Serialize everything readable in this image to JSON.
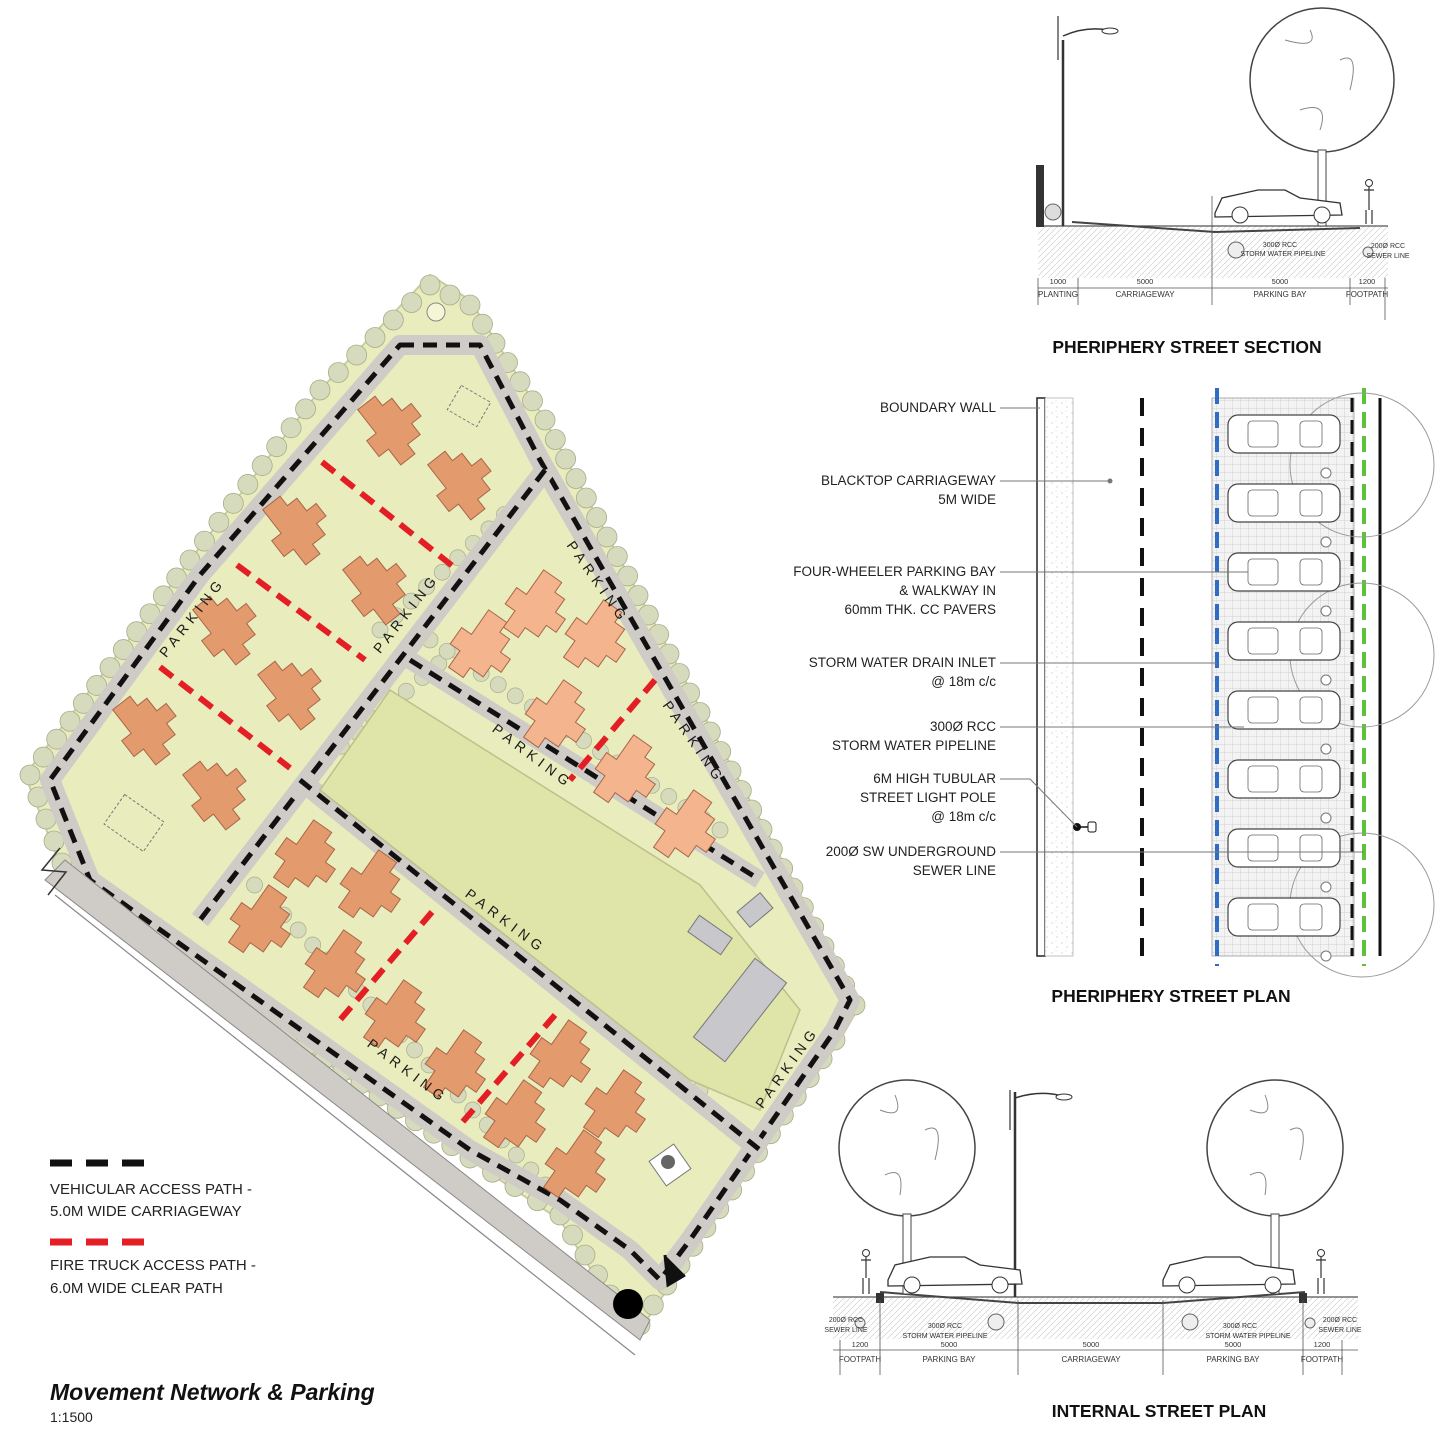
{
  "site_plan": {
    "title": "Movement Network & Parking",
    "scale": "1:1500",
    "parking_label": "PARKING",
    "colors": {
      "vehicular_path": "#111111",
      "fire_path": "#e31e24",
      "block_dark": "#e39a6c",
      "block_light": "#f4b48d",
      "landscape": "#e6e9b4",
      "road": "#c9c5c0",
      "tree": "#d5dbbc"
    }
  },
  "legend": {
    "vehicular_line1": "VEHICULAR ACCESS PATH -",
    "vehicular_line2": "5.0M WIDE CARRIAGEWAY",
    "fire_line1": "FIRE TRUCK ACCESS PATH -",
    "fire_line2": "6.0M WIDE CLEAR PATH"
  },
  "periphery_section": {
    "title": "PHERIPHERY STREET SECTION",
    "dims": [
      "1000",
      "5000",
      "5000",
      "1200"
    ],
    "zones": [
      "PLANTING",
      "CARRIAGEWAY",
      "PARKING BAY",
      "FOOTPATH"
    ],
    "storm_pipe_1": "300Ø RCC",
    "storm_pipe_2": "STORM WATER PIPELINE",
    "sewer_1": "200Ø RCC",
    "sewer_2": "SEWER LINE"
  },
  "periphery_plan": {
    "title": "PHERIPHERY STREET PLAN",
    "labels": [
      {
        "lines": [
          "BOUNDARY WALL"
        ]
      },
      {
        "lines": [
          "BLACKTOP CARRIAGEWAY",
          "5M WIDE"
        ]
      },
      {
        "lines": [
          "FOUR-WHEELER PARKING BAY",
          "& WALKWAY IN",
          "60mm THK. CC PAVERS"
        ]
      },
      {
        "lines": [
          "STORM WATER DRAIN INLET",
          "@ 18m c/c"
        ]
      },
      {
        "lines": [
          "300Ø RCC",
          "STORM WATER PIPELINE"
        ]
      },
      {
        "lines": [
          "6M HIGH TUBULAR",
          "STREET LIGHT POLE",
          "@ 18m c/c"
        ]
      },
      {
        "lines": [
          "200Ø SW UNDERGROUND",
          "SEWER LINE"
        ]
      }
    ],
    "colors": {
      "storm_drain": "#2f6cc4",
      "sewer": "#5cc23a"
    }
  },
  "internal_section": {
    "title": "INTERNAL STREET PLAN",
    "dims": [
      "1200",
      "5000",
      "5000",
      "5000",
      "1200"
    ],
    "zones": [
      "FOOTPATH",
      "PARKING BAY",
      "CARRIAGEWAY",
      "PARKING BAY",
      "FOOTPATH"
    ],
    "sewer_1": "200Ø RCC",
    "sewer_2": "SEWER LINE",
    "storm_1": "300Ø RCC",
    "storm_2": "STORM WATER PIPELINE"
  }
}
